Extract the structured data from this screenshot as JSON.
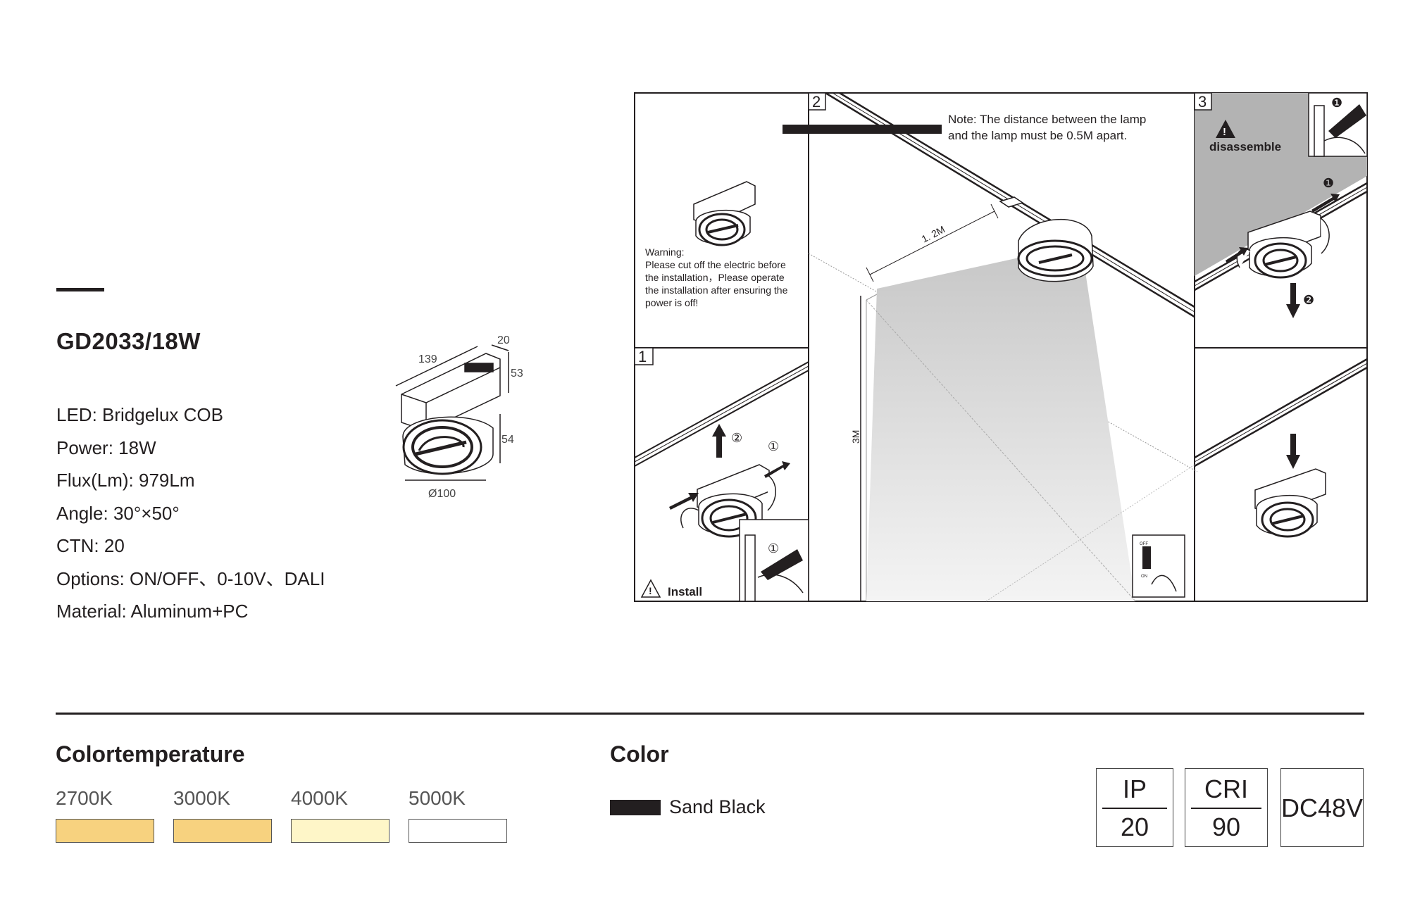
{
  "product": {
    "model": "GD2033/18W",
    "specs": [
      "LED: Bridgelux COB",
      "Power: 18W",
      "Flux(Lm): 979Lm",
      "Angle: 30°×50°",
      "CTN: 20",
      "Options: ON/OFF、0-10V、DALI",
      "Material: Aluminum+PC"
    ]
  },
  "dimensions": {
    "length": "139",
    "width": "20",
    "height": "53",
    "head_height": "54",
    "diameter": "Ø100"
  },
  "installation": {
    "warning_title": "Warning:",
    "warning_lines": [
      "Please cut off the electric before",
      "the installation，Please operate",
      "the installation after ensuring the",
      "power is off!"
    ],
    "note_lines": [
      "Note: The distance between the lamp",
      "and the lamp must be 0.5M apart."
    ],
    "step1": "1",
    "step2": "2",
    "step3": "3",
    "install_label": "Install",
    "disassemble_label": "disassemble",
    "distance_label": "1. 2M",
    "height_label": "3M",
    "marker_1": "①",
    "marker_2": "②",
    "marker_1_filled": "❶",
    "marker_2_filled": "❷",
    "switch_off": "OFF",
    "switch_on": "ON"
  },
  "colortemperature": {
    "title": "Colortemperature",
    "items": [
      {
        "label": "2700K",
        "color": "#f7d27f"
      },
      {
        "label": "3000K",
        "color": "#f7d27f"
      },
      {
        "label": "4000K",
        "color": "#fef6c8"
      },
      {
        "label": "5000K",
        "color": "#ffffff"
      }
    ]
  },
  "color": {
    "title": "Color",
    "items": [
      {
        "label": "Sand Black",
        "swatch": "#231f20"
      }
    ]
  },
  "badges": {
    "ip": {
      "top": "IP",
      "bottom": "20"
    },
    "cri": {
      "top": "CRI",
      "bottom": "90"
    },
    "voltage": "DC48V"
  }
}
